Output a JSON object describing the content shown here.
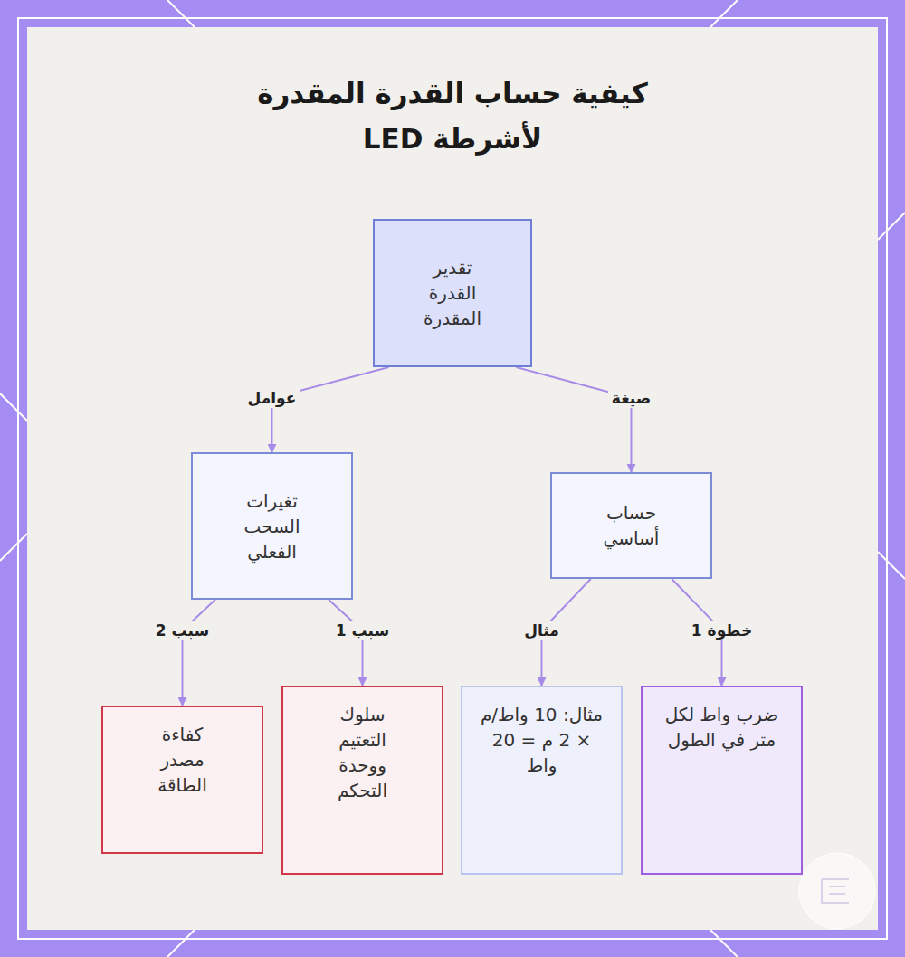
{
  "diagram": {
    "title": "كيفية حساب القدرة المقدرة لأشرطة LED",
    "nodes": [
      {
        "text": [
          "تقدير القدرة المقدرة"
        ]
      },
      {
        "text": [
          "حساب أساسي"
        ]
      },
      {
        "text": [
          "تغيرات السحب الفعلي"
        ]
      },
      {
        "text": [
          "ضرب واط لكل متر في الطول"
        ]
      },
      {
        "text": [
          "مثال: 10 واط/م × 2 م = 20 واط"
        ]
      },
      {
        "text": [
          "سلوك التعتيم ووحدة التحكم"
        ]
      },
      {
        "text": [
          "كفاءة مصدر الطاقة"
        ]
      }
    ],
    "edges": [
      {
        "from": 0,
        "to": 1,
        "label": "صيغة",
        "arrow": "to"
      },
      {
        "from": 0,
        "to": 2,
        "label": "عوامل",
        "arrow": "to"
      },
      {
        "from": 1,
        "to": 3,
        "label": "خطوة 1",
        "arrow": "to"
      },
      {
        "from": 1,
        "to": 4,
        "label": "مثال",
        "arrow": "to"
      },
      {
        "from": 2,
        "to": 5,
        "label": "سبب 1",
        "arrow": "to"
      },
      {
        "from": 2,
        "to": 6,
        "label": "سبب 2",
        "arrow": "to"
      }
    ]
  }
}
